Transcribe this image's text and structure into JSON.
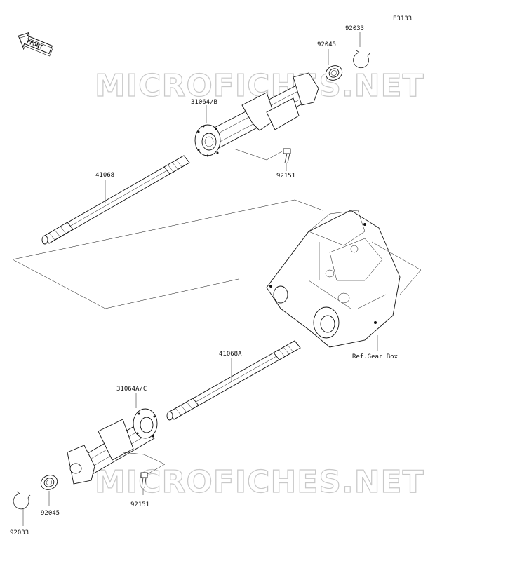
{
  "diagram_id": "E3133",
  "front_label": "FRONT",
  "watermarks": [
    "MICROFICHES.NET",
    "MICROFICHES.NET"
  ],
  "parts": {
    "snap_ring_top": "92033",
    "bearing_top": "92045",
    "housing_top": "31064/B",
    "bolt_top": "92151",
    "axle_top": "41068",
    "gear_box_ref": "Ref.Gear Box",
    "axle_bottom": "41068A",
    "housing_bottom": "31064A/C",
    "bolt_bottom": "92151",
    "bearing_bottom": "92045",
    "snap_ring_bottom": "92033"
  }
}
